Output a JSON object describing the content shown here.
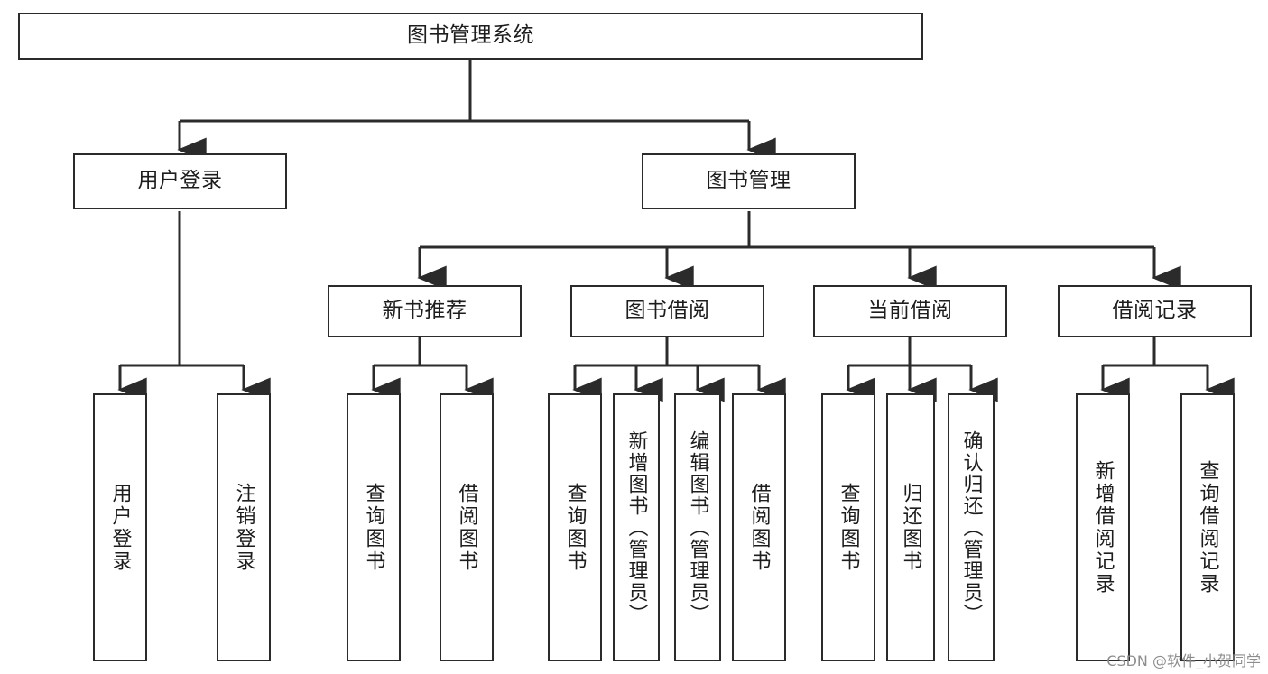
{
  "diagram": {
    "type": "tree",
    "title": "图书管理系统",
    "orientation": "top-down",
    "line_color": "#2b2b2b",
    "box_fill": "#ffffff",
    "text_color": "#1d1d1d"
  },
  "root": {
    "label": "图书管理系统"
  },
  "level2": [
    {
      "label": "用户登录"
    },
    {
      "label": "图书管理"
    }
  ],
  "level3": [
    {
      "label": "新书推荐"
    },
    {
      "label": "图书借阅"
    },
    {
      "label": "当前借阅"
    },
    {
      "label": "借阅记录"
    }
  ],
  "leaves": {
    "user_login": [
      {
        "label": "用户登录"
      },
      {
        "label": "注销登录"
      }
    ],
    "new_book_recommend": [
      {
        "label": "查询图书"
      },
      {
        "label": "借阅图书"
      }
    ],
    "book_borrow": [
      {
        "label": "查询图书"
      },
      {
        "label": "新增图书（管理员）"
      },
      {
        "label": "编辑图书（管理员）"
      },
      {
        "label": "借阅图书"
      }
    ],
    "current_borrow": [
      {
        "label": "查询图书"
      },
      {
        "label": "归还图书"
      },
      {
        "label": "确认归还（管理员）"
      }
    ],
    "borrow_record": [
      {
        "label": "新增借阅记录"
      },
      {
        "label": "查询借阅记录"
      }
    ]
  },
  "watermark": {
    "text": "CSDN @软件_小贺同学"
  }
}
